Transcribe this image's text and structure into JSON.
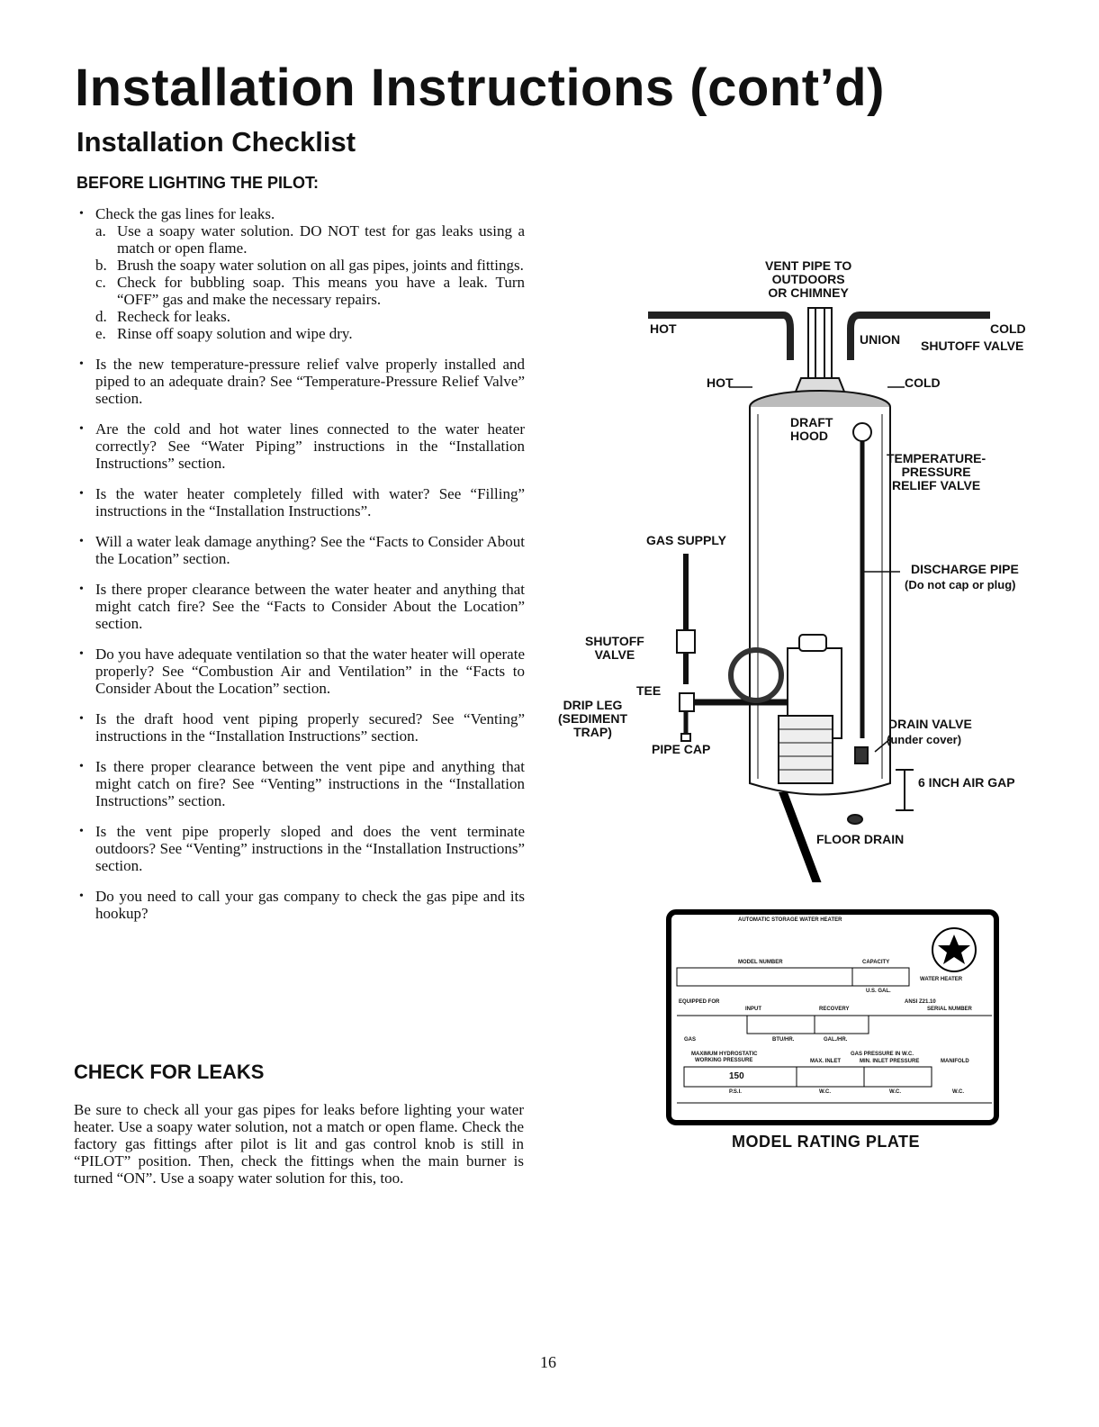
{
  "page": {
    "title": "Installation Instructions (cont’d)",
    "subtitle": "Installation Checklist",
    "pilot_heading": "BEFORE LIGHTING THE PILOT:",
    "page_number": "16"
  },
  "checklist": [
    {
      "text": "Check the gas lines for leaks.",
      "subitems": [
        {
          "letter": "a.",
          "text": "Use a soapy water solution. DO NOT test for gas leaks using a match or open flame."
        },
        {
          "letter": "b.",
          "text": "Brush the soapy water solution on all gas pipes, joints and fittings."
        },
        {
          "letter": "c.",
          "text": "Check for bubbling soap. This means you have a leak. Turn “OFF” gas and make the necessary repairs."
        },
        {
          "letter": "d.",
          "text": "Recheck for leaks."
        },
        {
          "letter": "e.",
          "text": "Rinse off soapy solution and wipe dry."
        }
      ]
    },
    {
      "text": "Is the new temperature-pressure relief valve properly installed and piped to an adequate drain? See “Temperature-Pressure Relief Valve” section."
    },
    {
      "text": "Are the cold and hot water lines connected to the water heater correctly? See “Water Piping” instructions in the “Installation Instructions” section."
    },
    {
      "text": "Is the water heater completely filled with water? See “Filling” instructions in the “Installation Instructions”."
    },
    {
      "text": "Will a water leak damage anything? See the “Facts to Consider About the Location” section."
    },
    {
      "text": "Is there proper clearance between the water heater and anything that might catch fire? See the “Facts to Consider About the Location” section."
    },
    {
      "text": "Do you have adequate ventilation so that the water heater will operate properly? See “Combustion Air and Ventilation” in the “Facts to Consider About the Location” section."
    },
    {
      "text": "Is the draft hood vent piping properly secured? See “Venting” instructions in the “Installation Instructions” section."
    },
    {
      "text": "Is there proper clearance between the vent pipe and anything that might catch on fire? See “Venting” instructions in the “Installation Instructions” section."
    },
    {
      "text": "Is the vent pipe properly sloped and does the vent terminate outdoors? See “Venting” instructions in the “Installation Instructions” section."
    },
    {
      "text": "Do you need to call your gas company to check the gas pipe and its hookup?"
    }
  ],
  "leaks": {
    "heading": "CHECK FOR LEAKS",
    "body": "Be sure to check all your gas pipes for leaks before lighting your water heater. Use a soapy water solution, not a match or open flame. Check the factory gas fittings after pilot is lit and gas control knob is still in “PILOT” position. Then, check the fittings when the main burner is turned “ON”. Use a soapy water solution for this, too."
  },
  "diagram": {
    "vent_pipe_1": "VENT PIPE TO",
    "vent_pipe_2": "OUTDOORS",
    "vent_pipe_3": "OR CHIMNEY",
    "hot_top": "HOT",
    "cold_top": "COLD",
    "union": "UNION",
    "shutoff_valve_top": "SHUTOFF VALVE",
    "hot_inlet": "HOT",
    "cold_inlet": "COLD",
    "draft_hood_1": "DRAFT",
    "draft_hood_2": "HOOD",
    "tp_valve_1": "TEMPERATURE-",
    "tp_valve_2": "PRESSURE",
    "tp_valve_3": "RELIEF VALVE",
    "gas_supply": "GAS SUPPLY",
    "discharge_pipe": "DISCHARGE PIPE",
    "discharge_note": "(Do not cap or plug)",
    "shutoff_1": "SHUTOFF",
    "shutoff_2": "VALVE",
    "tee": "TEE",
    "drip_leg_1": "DRIP LEG",
    "drip_leg_2": "(SEDIMENT",
    "drip_leg_3": "TRAP)",
    "pipe_cap": "PIPE CAP",
    "drain_valve": "DRAIN VALVE",
    "drain_note": "(under cover)",
    "air_gap": "6 INCH AIR GAP",
    "floor_drain": "FLOOR DRAIN"
  },
  "plate": {
    "caption": "MODEL RATING PLATE",
    "header": "AUTOMATIC STORAGE WATER HEATER",
    "model_number": "MODEL NUMBER",
    "capacity": "CAPACITY",
    "water_heater": "WATER HEATER",
    "us_gal": "U.S. GAL.",
    "equipped_for": "EQUIPPED FOR",
    "input": "INPUT",
    "recovery": "RECOVERY",
    "ansi": "ANSI Z21.10",
    "serial_number": "SERIAL NUMBER",
    "gas": "GAS",
    "btu_hr": "BTU/HR.",
    "gal_hr": "GAL./HR.",
    "max_hydro": "MAXIMUM HYDROSTATIC",
    "working_pressure": "WORKING PRESSURE",
    "gas_pressure": "GAS PRESSURE IN W.C.",
    "max_inlet": "MAX. INLET",
    "min_inlet": "MIN. INLET PRESSURE",
    "manifold": "MANIFOLD",
    "psi_value": "150",
    "psi": "P.S.I.",
    "wc1": "W.C.",
    "wc2": "W.C.",
    "wc3": "W.C."
  }
}
